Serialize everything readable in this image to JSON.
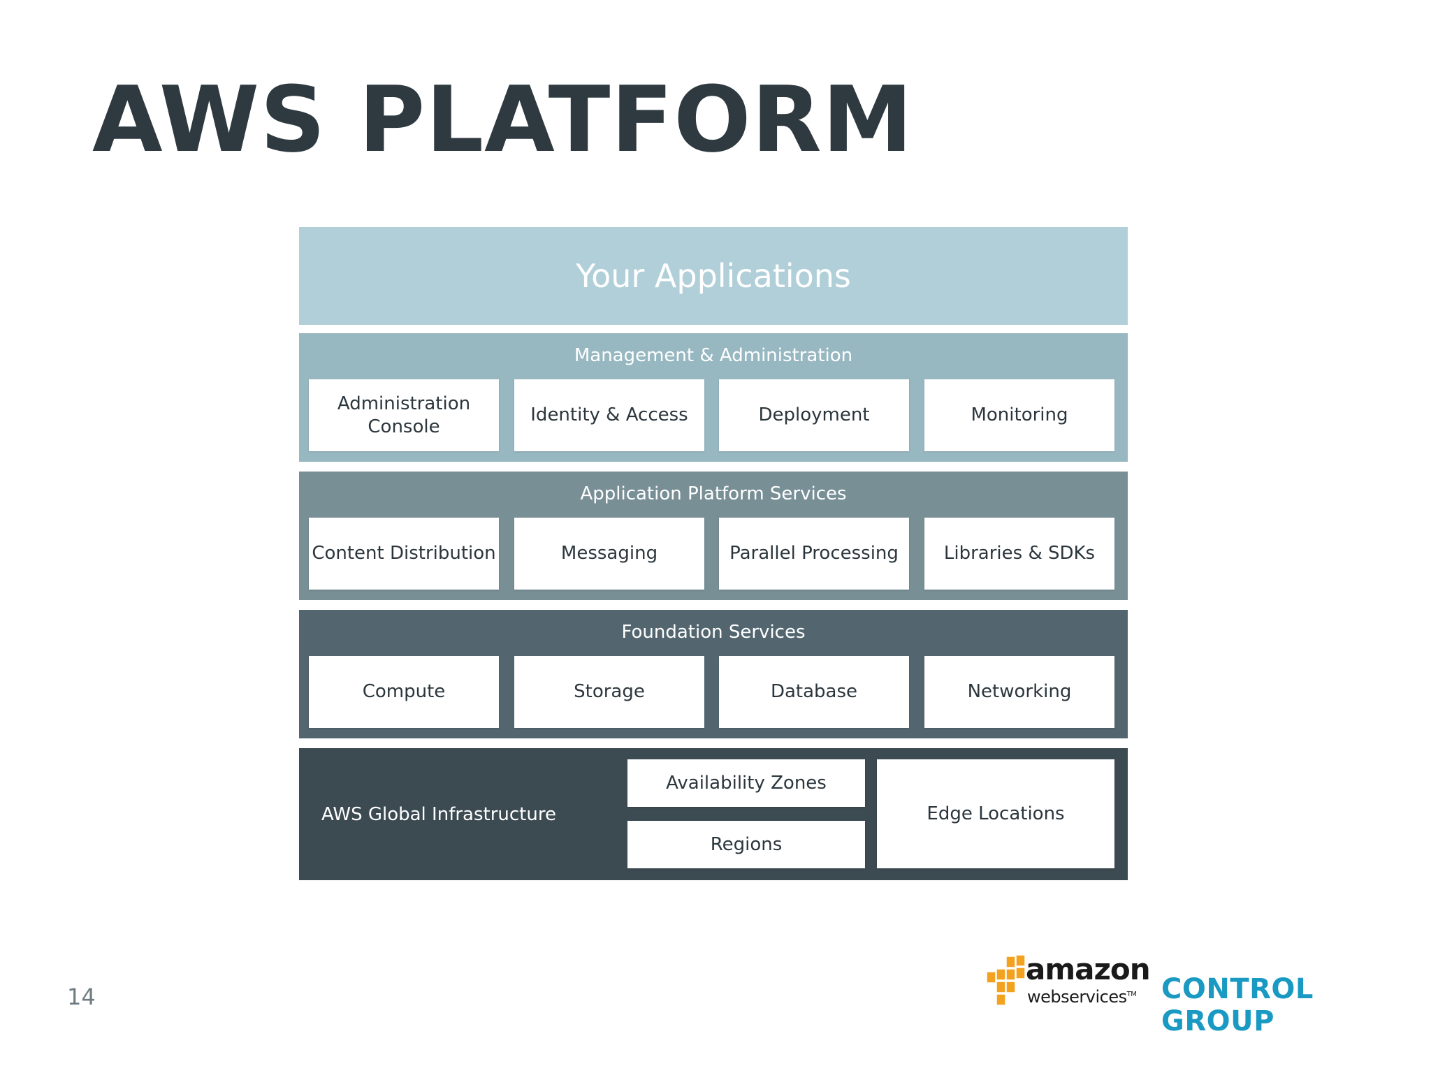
{
  "title": "AWS PLATFORM",
  "diagram": {
    "your_applications": "Your Applications",
    "management": {
      "title": "Management & Administration",
      "items": [
        "Administration Console",
        "Identity & Access",
        "Deployment",
        "Monitoring"
      ]
    },
    "application_platform": {
      "title": "Application Platform Services",
      "items": [
        "Content Distribution",
        "Messaging",
        "Parallel Processing",
        "Libraries & SDKs"
      ]
    },
    "foundation": {
      "title": "Foundation Services",
      "items": [
        "Compute",
        "Storage",
        "Database",
        "Networking"
      ]
    },
    "infrastructure": {
      "title": "AWS Global Infrastructure",
      "availability_zones": "Availability Zones",
      "regions": "Regions",
      "edge_locations": "Edge Locations"
    }
  },
  "footer": {
    "page_number": "14",
    "aws_logo": {
      "word": "amazon",
      "sub": "webservices",
      "tm": "TM"
    },
    "control_group": "CONTROL GROUP"
  },
  "colors": {
    "apps": "#b0cfd8",
    "management": "#97b7c1",
    "application_platform": "#788f96",
    "foundation": "#536670",
    "infrastructure": "#3c4a52",
    "brand_cyan": "#1a9ac2",
    "aws_orange": "#f3a21f"
  }
}
